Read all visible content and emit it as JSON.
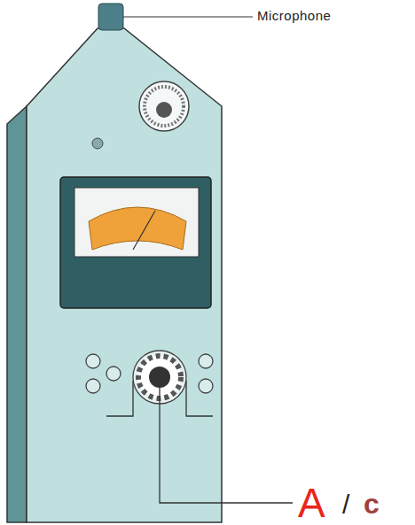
{
  "diagram": {
    "labels": [
      "Microphone",
      "A",
      "/",
      "c"
    ]
  }
}
